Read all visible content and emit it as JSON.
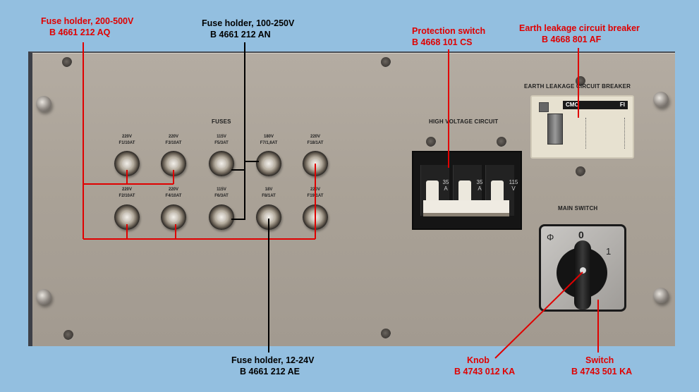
{
  "panel": {
    "sections": {
      "fuses": "FUSES",
      "high_voltage_circuit": "HIGH VOLTAGE CIRCUIT",
      "earth_leakage": "EARTH LEAKAGE CIRCUIT BREAKER",
      "main_switch": "MAIN SWITCH"
    },
    "fuses_top": [
      {
        "voltage": "220V",
        "rating": "F1/10AT"
      },
      {
        "voltage": "220V",
        "rating": "F3/10AT"
      },
      {
        "voltage": "115V",
        "rating": "F5/3AT"
      },
      {
        "voltage": "180V",
        "rating": "F7/1,6AT"
      },
      {
        "voltage": "220V",
        "rating": "F18/1AT"
      }
    ],
    "fuses_bottom": [
      {
        "voltage": "220V",
        "rating": "F2/10AT"
      },
      {
        "voltage": "220V",
        "rating": "F4/10AT"
      },
      {
        "voltage": "115V",
        "rating": "F6/3AT"
      },
      {
        "voltage": "18V",
        "rating": "F8/1AT"
      },
      {
        "voltage": "220V",
        "rating": "F19/1AT"
      }
    ],
    "breaker_poles": [
      {
        "amps": "35",
        "unit": "A"
      },
      {
        "amps": "35",
        "unit": "A"
      },
      {
        "amps": "115",
        "unit": "V"
      }
    ],
    "elcb": {
      "brand": "CMC",
      "mark": "FI"
    },
    "main_switch_positions": {
      "phi": "Φ",
      "off": "0",
      "on": "1"
    }
  },
  "callouts": {
    "fuse_200_500": {
      "title": "Fuse holder, 200-500V",
      "part": "B 4661 212 AQ"
    },
    "fuse_100_250": {
      "title": "Fuse holder, 100-250V",
      "part": "B 4661 212 AN"
    },
    "protection_switch": {
      "title": "Protection switch",
      "part": "B 4668 101 CS"
    },
    "earth_leakage": {
      "title": "Earth leakage circuit breaker",
      "part": "B 4668 801 AF"
    },
    "fuse_12_24": {
      "title": "Fuse holder, 12-24V",
      "part": "B 4661 212 AE"
    },
    "knob": {
      "title": "Knob",
      "part": "B 4743 012 KA"
    },
    "switch": {
      "title": "Switch",
      "part": "B 4743 501 KA"
    }
  },
  "colors": {
    "red_callout": "#e00000",
    "black_callout": "#000000",
    "background": "#93bfe0"
  }
}
